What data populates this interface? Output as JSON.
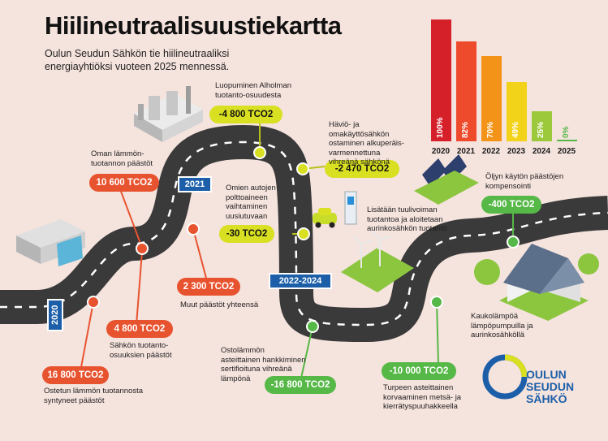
{
  "title": "Hiilineutraalisuustiekartta",
  "subtitle": "Oulun Seudun Sähkön tie hiilineutraaliksi energiayhtiöksi vuoteen 2025 mennessä.",
  "years": {
    "y2020": "2020",
    "y2021": "2021",
    "y2022_2024": "2022-2024"
  },
  "milestones": [
    {
      "value": "16 800 TCO2",
      "caption": "Ostetun lämmön tuotannosta syntyneet päästöt",
      "color": "#e8532f"
    },
    {
      "value": "4 800 TCO2",
      "caption": "Sähkön tuotanto-osuuksien päästöt",
      "color": "#e8532f"
    },
    {
      "value": "10 600 TCO2",
      "caption": "Oman lämmön-tuotannon päästöt",
      "color": "#e8532f"
    },
    {
      "value": "2 300 TCO2",
      "caption": "Muut päästöt yhteensä",
      "color": "#e8532f"
    },
    {
      "value": "-4 800 TCO2",
      "caption": "Luopuminen Alholman tuotanto-osuudesta",
      "color": "#d9e021"
    },
    {
      "value": "-2 470 TCO2",
      "caption": "Häviö- ja omakäyttösähkön ostaminen alkuperäis-varmennettuna vihreänä sähkönä",
      "color": "#d9e021"
    },
    {
      "value": "-30 TCO2",
      "caption": "Omien autojen polttoaineen vaihtaminen uusiutuvaan",
      "color": "#d9e021"
    },
    {
      "value": "-400 TCO2",
      "caption": "Öljyn käytön päästöjen kompensointi",
      "color": "#56b847"
    },
    {
      "value": "-16 800 TCO2",
      "caption": "Ostolämmön asteittainen hankkiminen sertifioituna vihreänä lämpönä",
      "color": "#56b847"
    },
    {
      "value": "-10 000 TCO2",
      "caption": "Turpeen asteittainen korvaaminen metsä- ja kierrätyspuuhakkeella",
      "color": "#56b847"
    }
  ],
  "notes": {
    "wind": "Lisätään tuulivoiman tuotantoa ja aloitetaan aurinkosähkön tuotanto",
    "heat": "Kaukolämpöä lämpöpumpuilla ja aurinkosähköllä"
  },
  "chart_data": {
    "type": "bar",
    "categories": [
      "2020",
      "2021",
      "2022",
      "2023",
      "2024",
      "2025"
    ],
    "values": [
      100,
      82,
      70,
      49,
      25,
      0
    ],
    "labels": [
      "100%",
      "82%",
      "70%",
      "49%",
      "25%",
      "0%"
    ],
    "colors": [
      "#d5202a",
      "#ee4a2c",
      "#f39419",
      "#f3d21a",
      "#9cc83c",
      "#56b847"
    ],
    "ylim": [
      0,
      100
    ]
  },
  "logo": {
    "line1": "OULUN",
    "line2": "SEUDUN",
    "line3": "SÄHKÖ"
  }
}
